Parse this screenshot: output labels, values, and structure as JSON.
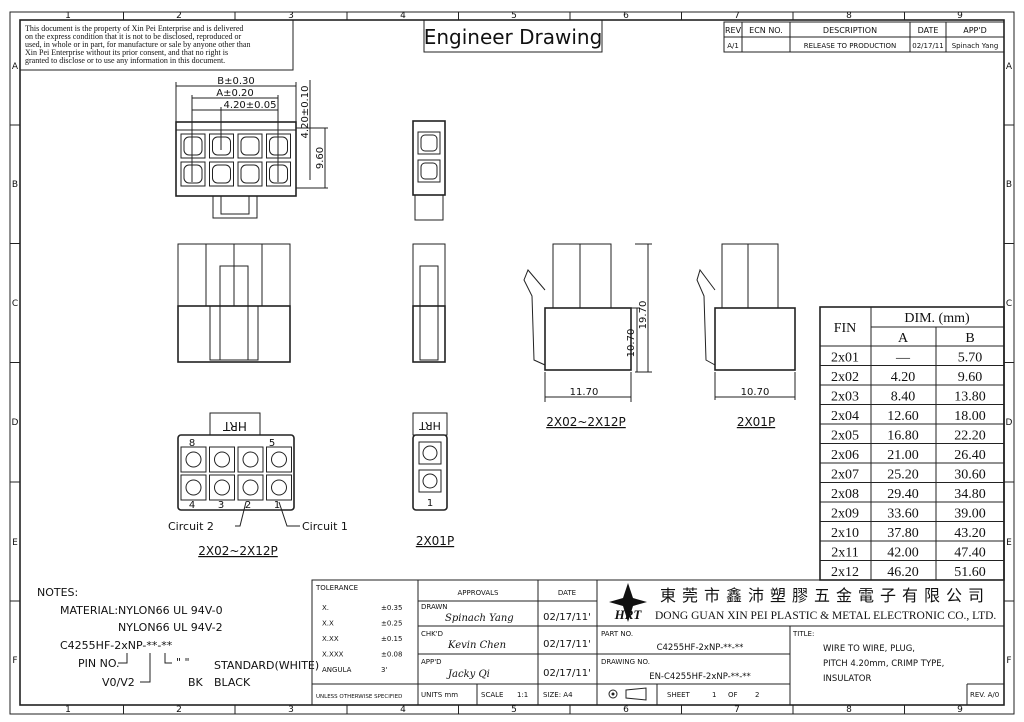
{
  "disclaimer": [
    "This document is the property of Xin Pei Enterprise and is delivered",
    "on the express condition that it is not to be disclosed, reproduced or",
    "used, in whole or in part, for manufacture or sale by anyone other than",
    "Xin Pei Enterprise without its prior consent, and that no right is",
    "granted to disclose or to use any information in this document."
  ],
  "title": "Engineer Drawing",
  "grid": {
    "columns": [
      "1",
      "2",
      "3",
      "4",
      "5",
      "6",
      "7",
      "8",
      "9"
    ],
    "rows": [
      "A",
      "B",
      "C",
      "D",
      "E",
      "F"
    ]
  },
  "revision": {
    "headers": [
      "REV",
      "ECN NO.",
      "DESCRIPTION",
      "DATE",
      "APP'D"
    ],
    "row": [
      "A/1",
      "",
      "RELEASE TO PRODUCTION",
      "02/17/11",
      "Spinach Yang"
    ]
  },
  "dims": {
    "b": "B±0.30",
    "a": "A±0.20",
    "pitch": "4.20±0.05",
    "row_pitch": "4.20±0.10",
    "height": "9.60",
    "h1": "10.70",
    "h2": "19.70",
    "w1": "11.70",
    "w2": "10.70"
  },
  "labels": {
    "multi": "2X02~2X12P",
    "single": "2X01P",
    "logo_mark": "HRT",
    "pin8": "8",
    "pin5": "5",
    "pin4": "4",
    "pin3": "3",
    "pin2": "2",
    "pin1": "1",
    "single_pin": "1",
    "circuit2": "Circuit 2",
    "circuit1": "Circuit 1"
  },
  "dim_table": {
    "fin": "FIN",
    "dim": "DIM. (mm)",
    "col_a": "A",
    "col_b": "B",
    "rows": [
      [
        "2x01",
        "—",
        "5.70"
      ],
      [
        "2x02",
        "4.20",
        "9.60"
      ],
      [
        "2x03",
        "8.40",
        "13.80"
      ],
      [
        "2x04",
        "12.60",
        "18.00"
      ],
      [
        "2x05",
        "16.80",
        "22.20"
      ],
      [
        "2x06",
        "21.00",
        "26.40"
      ],
      [
        "2x07",
        "25.20",
        "30.60"
      ],
      [
        "2x08",
        "29.40",
        "34.80"
      ],
      [
        "2x09",
        "33.60",
        "39.00"
      ],
      [
        "2x10",
        "37.80",
        "43.20"
      ],
      [
        "2x11",
        "42.00",
        "47.40"
      ],
      [
        "2x12",
        "46.20",
        "51.60"
      ]
    ]
  },
  "notes": {
    "heading": "NOTES:",
    "material_label": "MATERIAL:",
    "material1": "NYLON66 UL 94V-0",
    "material2": "NYLON66 UL 94V-2",
    "part": "C4255HF-2xNP-**-**",
    "pin_no": "PIN NO.",
    "v0v2": "V0/V2",
    "std_code": "\" \"",
    "std": "STANDARD(WHITE)",
    "bk_code": "BK",
    "bk": "BLACK"
  },
  "tolerance": {
    "heading": "TOLERANCE",
    "rows": [
      [
        "X.",
        "±0.35"
      ],
      [
        "X.X",
        "±0.25"
      ],
      [
        "X.XX",
        "±0.15"
      ],
      [
        "X.XXX",
        "±0.08"
      ],
      [
        "ANGULA",
        "3'"
      ]
    ],
    "footer": "UNLESS OTHERWISE SPECIFIED"
  },
  "approvals": {
    "heading": "APPROVALS",
    "date_heading": "DATE",
    "drawn_label": "DRAWN",
    "drawn": "Spinach Yang",
    "drawn_date": "02/17/11'",
    "checked_label": "CHK'D",
    "checked": "Kevin Chen",
    "checked_date": "02/17/11'",
    "approved_label": "APP'D",
    "approved": "Jacky Qi",
    "approved_date": "02/17/11'",
    "units": "UNITS mm",
    "scale_label": "SCALE",
    "scale": "1:1",
    "size": "SIZE: A4"
  },
  "company": {
    "logo": "HRT",
    "name_cn": "東莞市鑫沛塑膠五金電子有限公司",
    "name_en": "DONG GUAN XIN PEI PLASTIC & METAL ELECTRONIC CO., LTD."
  },
  "title_block": {
    "part_label": "PART NO.",
    "part": "C4255HF-2xNP-**-**",
    "drawing_label": "DRAWING NO.",
    "drawing": "EN-C4255HF-2xNP-**-**",
    "sheet_label": "SHEET",
    "sheet": "1",
    "of": "OF",
    "sheets": "2",
    "title_label": "TITLE:",
    "title_lines": [
      "WIRE TO WIRE, PLUG,",
      "PITCH 4.20mm, CRIMP TYPE,",
      "INSULATOR"
    ],
    "rev": "REV. A/0"
  }
}
